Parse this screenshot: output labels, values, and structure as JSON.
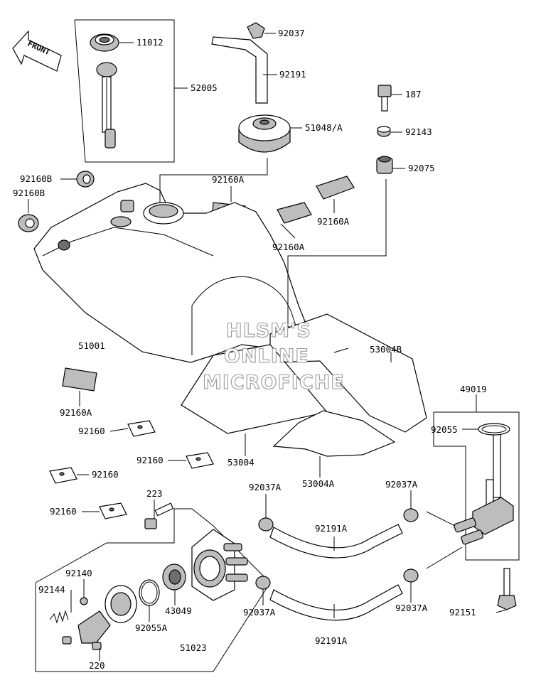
{
  "front_label": "FRONT",
  "watermark": [
    "HLSM'S",
    "ONLINE",
    "MICROFICHE"
  ],
  "parts": [
    "11012",
    "52005",
    "92037",
    "92191",
    "51048/A",
    "187",
    "92143",
    "92075",
    "92160B",
    "92160B",
    "92160A",
    "92160A",
    "92160A",
    "51001",
    "53004B",
    "92160A",
    "49019",
    "92160",
    "92160",
    "92055",
    "92160",
    "53004",
    "92160",
    "53004A",
    "223",
    "92037A",
    "92037A",
    "92191A",
    "92140",
    "92144",
    "43049",
    "92055A",
    "92037A",
    "92037A",
    "92151",
    "51023",
    "92191A",
    "220"
  ],
  "colors": {
    "ink": "#000000",
    "shade": "#bdbdbd",
    "dark": "#6e6e6e",
    "watermark_outline": "#9a9a9a"
  }
}
